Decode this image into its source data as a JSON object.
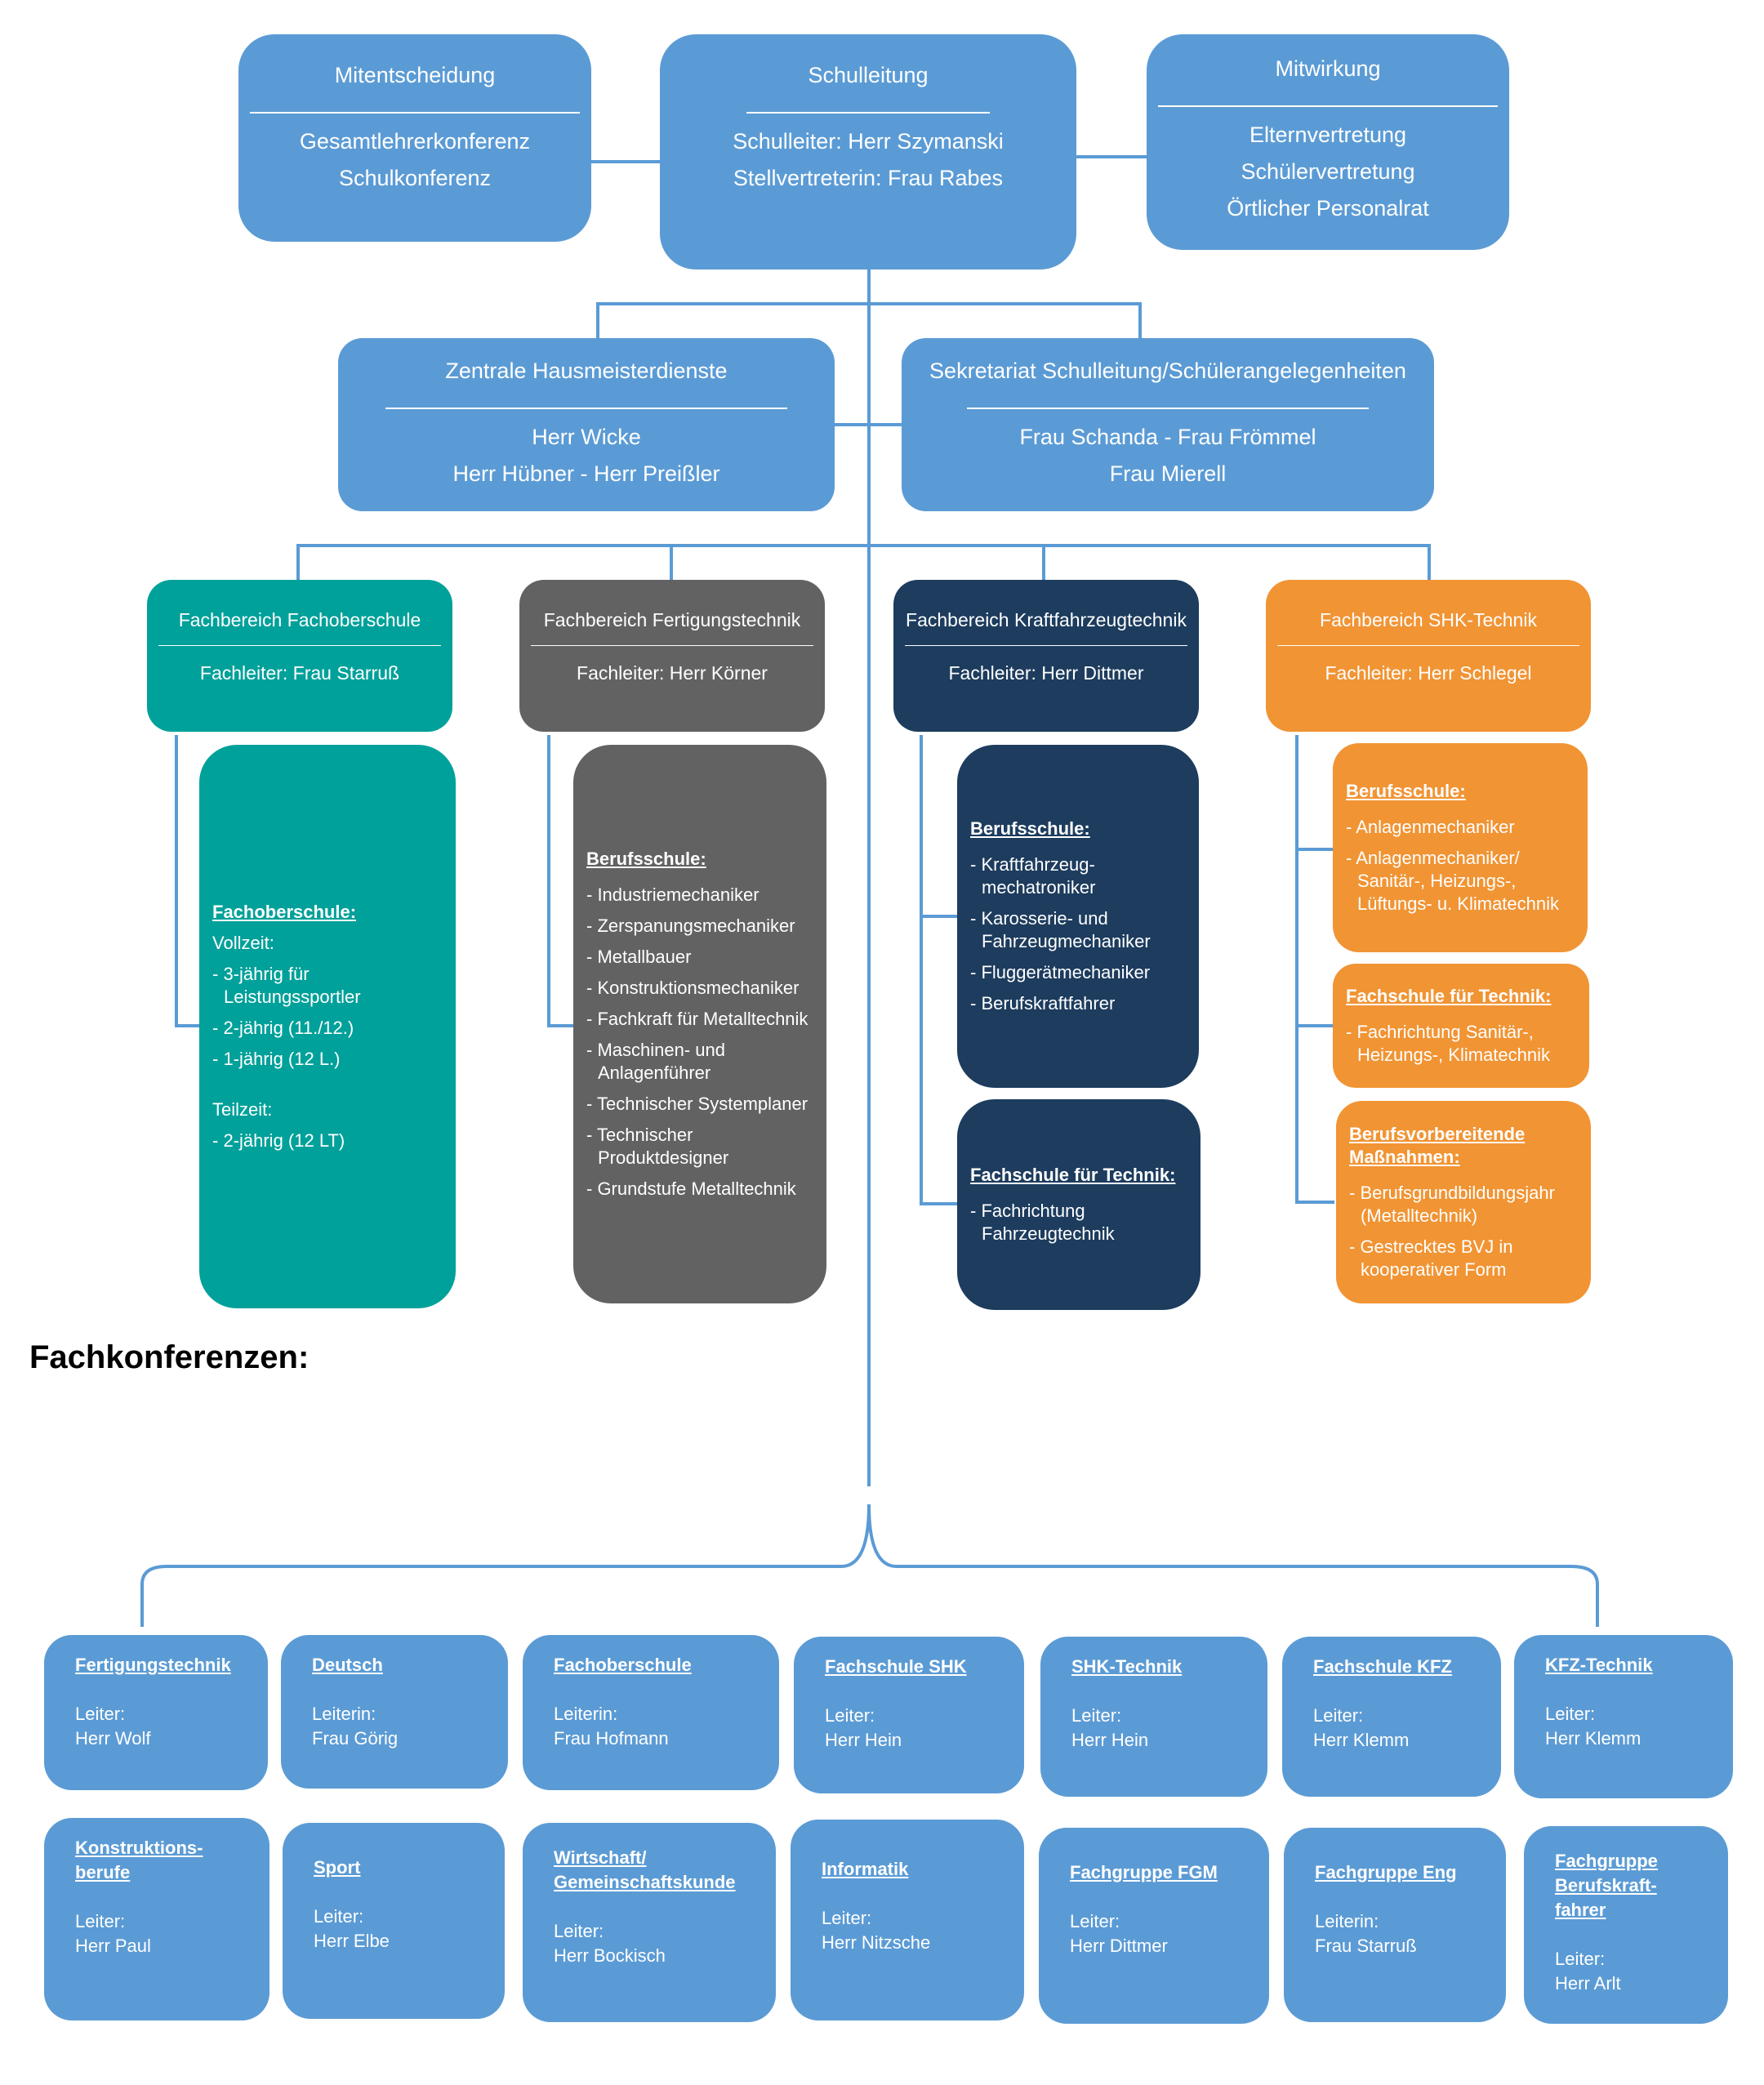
{
  "top": {
    "mitentscheidung": {
      "title": "Mitentscheidung",
      "lines": [
        "Gesamtlehrerkonferenz",
        "Schulkonferenz"
      ]
    },
    "schulleitung": {
      "title": "Schulleitung",
      "lines": [
        "Schulleiter: Herr Szymanski",
        "Stellvertreterin: Frau Rabes"
      ]
    },
    "mitwirkung": {
      "title": "Mitwirkung",
      "lines": [
        "Elternvertretung",
        "Schülervertretung",
        "Örtlicher Personalrat"
      ]
    }
  },
  "support": {
    "hausmeister": {
      "title": "Zentrale Hausmeisterdienste",
      "lines": [
        "Herr Wicke",
        "Herr Hübner - Herr Preißler"
      ]
    },
    "sekretariat": {
      "title": "Sekretariat Schulleitung/Schülerangelegenheiten",
      "lines": [
        "Frau Schanda - Frau Frömmel",
        "Frau Mierell"
      ]
    }
  },
  "departments": [
    {
      "title": "Fachbereich Fachoberschule",
      "leader": "Fachleiter: Frau Starruß"
    },
    {
      "title": "Fachbereich Fertigungstechnik",
      "leader": "Fachleiter: Herr Körner"
    },
    {
      "title": "Fachbereich Kraftfahrzeugtechnik",
      "leader": "Fachleiter: Herr Dittmer"
    },
    {
      "title": "Fachbereich SHK-Technik",
      "leader": "Fachleiter: Herr Schlegel"
    }
  ],
  "details": {
    "fos": {
      "title": "Fachoberschule:",
      "vollzeit": "Vollzeit:",
      "vollzeit_items": [
        "- 3-jährig für Leistungssportler",
        "- 2-jährig (11./12.)",
        "- 1-jährig (12 L.)"
      ],
      "teilzeit": "Teilzeit:",
      "teilzeit_items": [
        "- 2-jährig (12 LT)"
      ]
    },
    "fert": {
      "title": "Berufsschule:",
      "items": [
        "- Industriemechaniker",
        "- Zerspanungsmechaniker",
        "- Metallbauer",
        "- Konstruktionsmechaniker",
        "- Fachkraft für Metalltechnik",
        "- Maschinen- und Anlagenführer",
        "- Technischer Systemplaner",
        "- Technischer Produktdesigner",
        "- Grundstufe Metalltechnik"
      ]
    },
    "kfz_bs": {
      "title": "Berufsschule:",
      "items": [
        "- Kraftfahrzeug-mechatroniker",
        "- Karosserie- und Fahrzeugmechaniker",
        "- Fluggerätmechaniker",
        "- Berufskraftfahrer"
      ]
    },
    "kfz_fs": {
      "title": "Fachschule für Technik:",
      "items": [
        "- Fachrichtung Fahrzeugtechnik"
      ]
    },
    "shk_bs": {
      "title": "Berufsschule:",
      "items": [
        "- Anlagenmechaniker",
        "- Anlagenmechaniker/ Sanitär-, Heizungs-, Lüftungs- u. Klimatechnik"
      ]
    },
    "shk_fs": {
      "title": "Fachschule für Technik:",
      "items": [
        "- Fachrichtung Sanitär-, Heizungs-, Klimatechnik"
      ]
    },
    "shk_bv": {
      "title": "Berufsvorbereitende Maßnahmen:",
      "items": [
        "- Berufsgrundbildungsjahr (Metalltechnik)",
        "- Gestrecktes BVJ in kooperativer Form"
      ]
    }
  },
  "heading": "Fachkonferenzen:",
  "conferences": [
    {
      "title": "Fertigungstechnik",
      "label": "Leiter:",
      "name": "Herr Wolf"
    },
    {
      "title": "Deutsch",
      "label": "Leiterin:",
      "name": "Frau Görig"
    },
    {
      "title": "Fachoberschule",
      "label": "Leiterin:",
      "name": "Frau Hofmann"
    },
    {
      "title": "Fachschule SHK",
      "label": "Leiter:",
      "name": "Herr Hein"
    },
    {
      "title": "SHK-Technik",
      "label": "Leiter:",
      "name": "Herr Hein"
    },
    {
      "title": "Fachschule KFZ",
      "label": "Leiter:",
      "name": "Herr Klemm"
    },
    {
      "title": "KFZ-Technik",
      "label": "Leiter:",
      "name": "Herr Klemm"
    },
    {
      "title": "Konstruktions-berufe",
      "label": "Leiter:",
      "name": "Herr Paul"
    },
    {
      "title": "Sport",
      "label": "Leiter:",
      "name": "Herr Elbe"
    },
    {
      "title": "Wirtschaft/ Gemeinschaftskunde",
      "label": "Leiter:",
      "name": "Herr Bockisch"
    },
    {
      "title": "Informatik",
      "label": "Leiter:",
      "name": "Herr Nitzsche"
    },
    {
      "title": "Fachgruppe FGM",
      "label": "Leiter:",
      "name": "Herr Dittmer"
    },
    {
      "title": "Fachgruppe Eng",
      "label": "Leiterin:",
      "name": "Frau Starruß"
    },
    {
      "title": "Fachgruppe Berufskraft-fahrer",
      "label": "Leiter:",
      "name": "Herr Arlt"
    }
  ],
  "colors": {
    "blue": "#5b9bd5",
    "teal": "#00a19a",
    "grey": "#626262",
    "navy": "#1d3c5e",
    "orange": "#f19434",
    "line": "#5b9bd5"
  }
}
